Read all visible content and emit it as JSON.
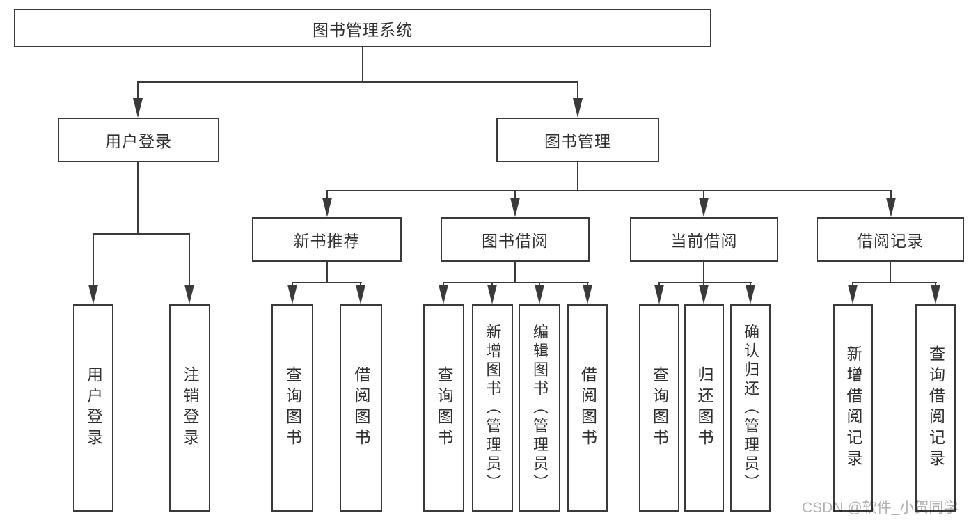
{
  "tree": {
    "label": "图书管理系统",
    "children": [
      {
        "label": "用户登录",
        "children": [
          {
            "label": "用户登录"
          },
          {
            "label": "注销登录"
          }
        ]
      },
      {
        "label": "图书管理",
        "children": [
          {
            "label": "新书推荐",
            "children": [
              {
                "label": "查询图书"
              },
              {
                "label": "借阅图书"
              }
            ]
          },
          {
            "label": "图书借阅",
            "children": [
              {
                "label": "查询图书"
              },
              {
                "label": "新增图书（管理员）"
              },
              {
                "label": "编辑图书（管理员）"
              },
              {
                "label": "借阅图书"
              }
            ]
          },
          {
            "label": "当前借阅",
            "children": [
              {
                "label": "查询图书"
              },
              {
                "label": "归还图书"
              },
              {
                "label": "确认归还（管理员）"
              }
            ]
          },
          {
            "label": "借阅记录",
            "children": [
              {
                "label": "新增借阅记录"
              },
              {
                "label": "查询借阅记录"
              }
            ]
          }
        ]
      }
    ]
  },
  "watermark": {
    "text": "CSDN @软件_小贺同学"
  },
  "colors": {
    "line": "#3a3a3a",
    "text": "#2f2f2f",
    "background": "#ffffff",
    "watermark": "#b0b0b0"
  }
}
